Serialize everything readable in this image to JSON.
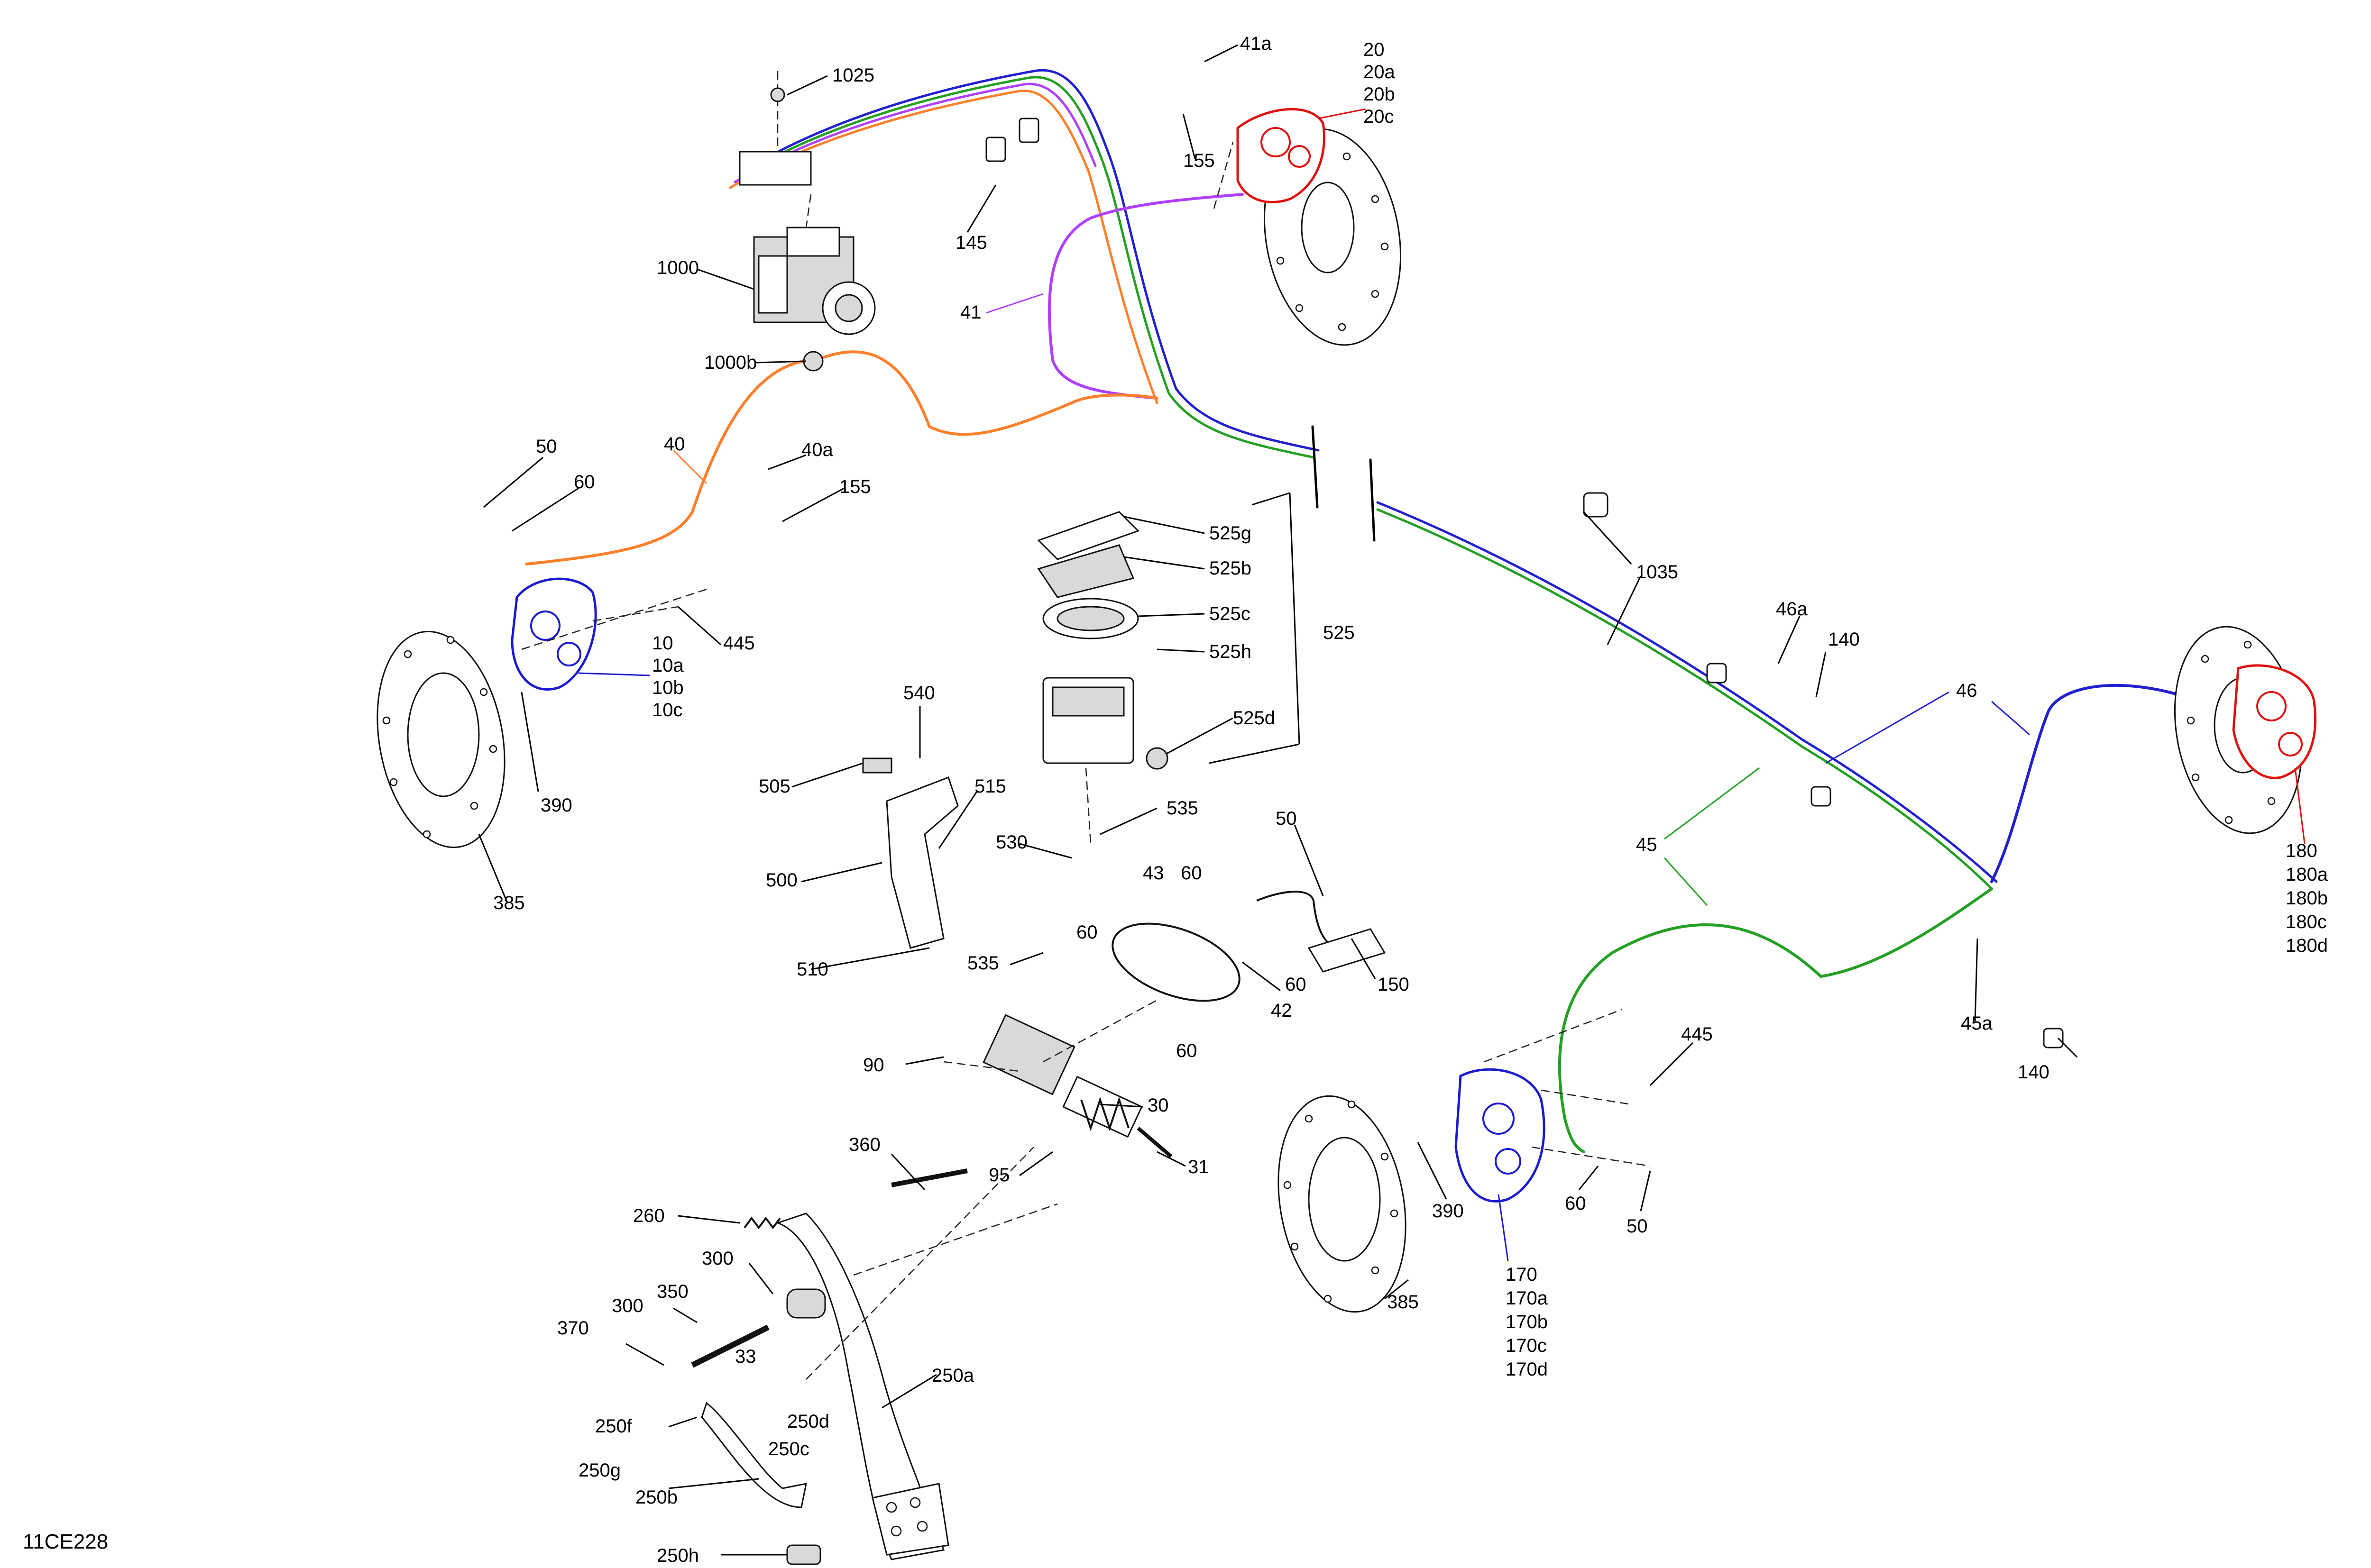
{
  "reference_code": "11CE228",
  "colors": {
    "line_orange": "#ff7f2a",
    "line_purple": "#b040ff",
    "line_blue": "#2020d0",
    "line_green": "#23a023",
    "caliper_red": "#e01010",
    "caliper_blue": "#1a1ad0",
    "ink": "#000000"
  },
  "callouts": {
    "c1025": "1025",
    "c41a": "41a",
    "c20": "20",
    "c20a": "20a",
    "c20b": "20b",
    "c20c": "20c",
    "c155_top": "155",
    "c145": "145",
    "c1000": "1000",
    "c1000b": "1000b",
    "c41": "41",
    "c50_left": "50",
    "c40": "40",
    "c40a": "40a",
    "c60_left": "60",
    "c155_mid": "155",
    "c445_left": "445",
    "c10": "10",
    "c10a": "10a",
    "c10b": "10b",
    "c10c": "10c",
    "c390_left": "390",
    "c385_left": "385",
    "c525g": "525g",
    "c525b": "525b",
    "c525c": "525c",
    "c525h": "525h",
    "c525": "525",
    "c525d": "525d",
    "c540": "540",
    "c505": "505",
    "c515": "515",
    "c535_top": "535",
    "c530": "530",
    "c500": "500",
    "c510": "510",
    "c535_low": "535",
    "c43": "43",
    "c60_a": "60",
    "c50_mid": "50",
    "c60_b": "60",
    "c60_c": "60",
    "c150": "150",
    "c42": "42",
    "c60_d": "60",
    "c90": "90",
    "c30": "30",
    "c95": "95",
    "c31": "31",
    "c360": "360",
    "c260": "260",
    "c300_a": "300",
    "c300_b": "300",
    "c350": "350",
    "c370": "370",
    "c33": "33",
    "c250a": "250a",
    "c250f": "250f",
    "c250d": "250d",
    "c250c": "250c",
    "c250g": "250g",
    "c250b": "250b",
    "c250h": "250h",
    "c1035": "1035",
    "c46a": "46a",
    "c140_a": "140",
    "c46": "46",
    "c45": "45",
    "c180": "180",
    "c180a": "180a",
    "c180b": "180b",
    "c180c": "180c",
    "c180d": "180d",
    "c45a": "45a",
    "c140_b": "140",
    "c445_right": "445",
    "c390_right": "390",
    "c60_right": "60",
    "c50_right": "50",
    "c385_right": "385",
    "c170": "170",
    "c170a": "170a",
    "c170b": "170b",
    "c170c": "170c",
    "c170d": "170d"
  }
}
